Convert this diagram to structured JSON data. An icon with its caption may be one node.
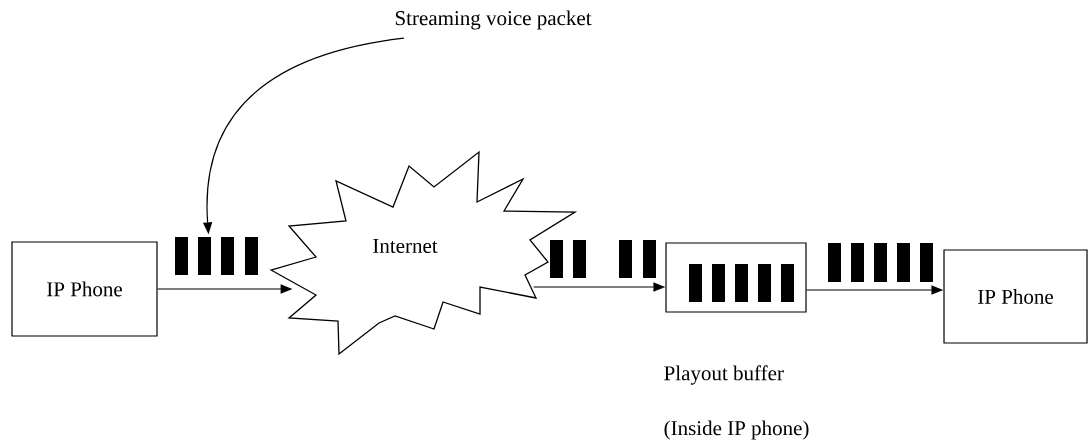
{
  "diagram": {
    "nodes": [
      {
        "text": [
          "Streaming voice packet"
        ]
      },
      {
        "text": [
          "IP Phone"
        ]
      },
      {
        "text": [],
        "shape": "bar"
      },
      {
        "text": [
          "Internet"
        ]
      },
      {
        "text": [],
        "shape": "box",
        "beside": [
          "Playout buffer",
          "(Inside IP phone)"
        ]
      },
      {
        "text": [
          "IP Phone"
        ]
      }
    ],
    "edges": [
      {
        "from": 0,
        "to": 2,
        "arrow": "to"
      },
      {
        "from": 1,
        "to": 3,
        "arrow": "to"
      },
      {
        "from": 3,
        "to": 4,
        "arrow": "to"
      },
      {
        "from": 4,
        "to": 5,
        "arrow": "to"
      }
    ]
  }
}
